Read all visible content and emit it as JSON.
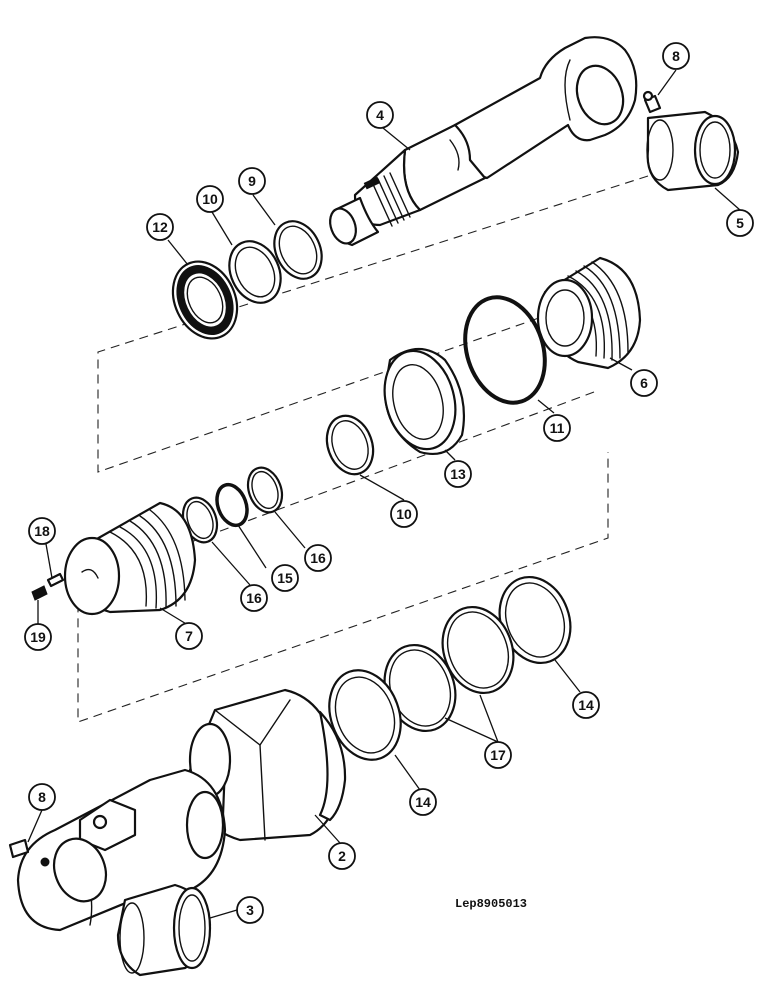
{
  "drawing_ref": "Lep8905013",
  "callouts": [
    {
      "id": "c1",
      "label": "8"
    },
    {
      "id": "c2",
      "label": "4"
    },
    {
      "id": "c3",
      "label": "5"
    },
    {
      "id": "c4",
      "label": "9"
    },
    {
      "id": "c5",
      "label": "10"
    },
    {
      "id": "c6",
      "label": "12"
    },
    {
      "id": "c7",
      "label": "6"
    },
    {
      "id": "c8",
      "label": "11"
    },
    {
      "id": "c9",
      "label": "13"
    },
    {
      "id": "c10",
      "label": "10"
    },
    {
      "id": "c11",
      "label": "18"
    },
    {
      "id": "c12",
      "label": "16"
    },
    {
      "id": "c13",
      "label": "15"
    },
    {
      "id": "c14",
      "label": "16"
    },
    {
      "id": "c15",
      "label": "19"
    },
    {
      "id": "c16",
      "label": "7"
    },
    {
      "id": "c17",
      "label": "14"
    },
    {
      "id": "c18",
      "label": "17"
    },
    {
      "id": "c19",
      "label": "14"
    },
    {
      "id": "c20",
      "label": "8"
    },
    {
      "id": "c21",
      "label": "2"
    },
    {
      "id": "c22",
      "label": "3"
    }
  ]
}
